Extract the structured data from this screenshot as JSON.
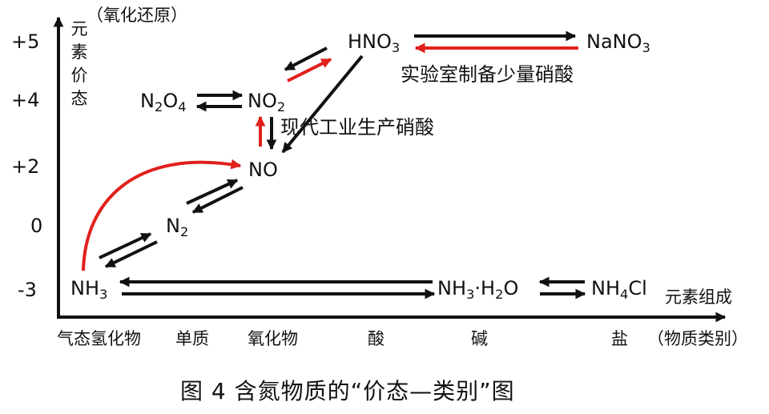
{
  "axes": {
    "y_title": "元素价态",
    "y_note": "（氧化还原）",
    "y_ticks": [
      "+5",
      "+4",
      "+2",
      "0",
      "-3"
    ],
    "x_title": "元素组成",
    "x_note": "（物质类别）",
    "x_categories": [
      "气态氢化物",
      "单质",
      "氧化物",
      "酸",
      "碱",
      "盐"
    ]
  },
  "species": {
    "nh3": "NH3",
    "n2": "N2",
    "no": "NO",
    "no2": "NO2",
    "n2o4": "N2O4",
    "hno3": "HNO3",
    "nano3": "NaNO3",
    "nh3h2o": "NH3·H2O",
    "nh4cl": "NH4Cl"
  },
  "annotations": {
    "lab_hno3": "实验室制备少量硝酸",
    "ind_hno3": "现代工业生产硝酸"
  },
  "caption": "图 4 含氮物质的“价态—类别”图",
  "colors": {
    "conversion": "#111111",
    "highlight": "#e0201b"
  }
}
